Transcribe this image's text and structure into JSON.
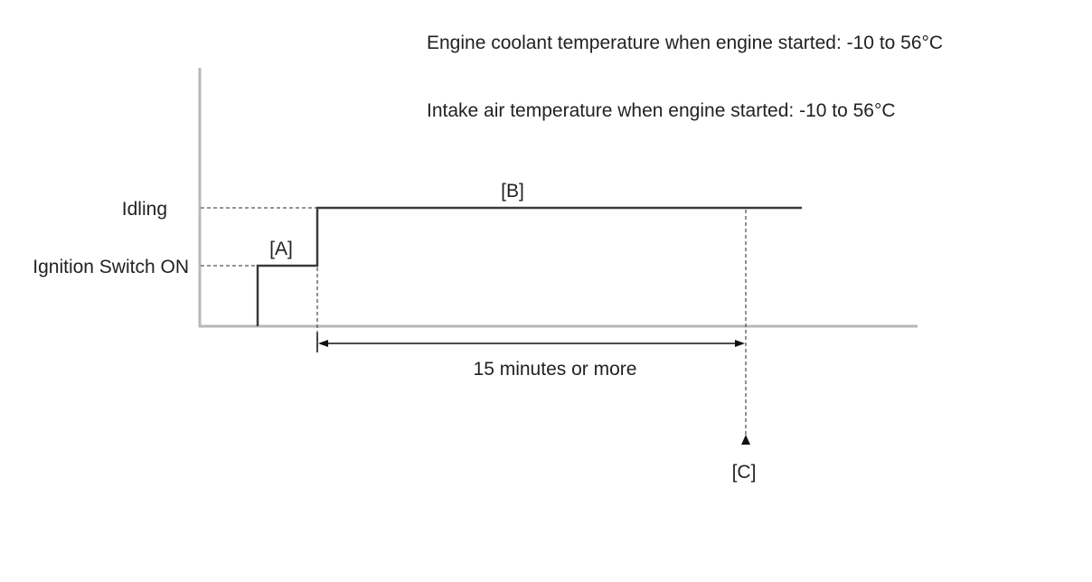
{
  "conditions": {
    "coolant": "Engine coolant temperature when engine started: -10 to 56°C",
    "intake": "Intake air temperature when engine started: -10 to 56°C"
  },
  "levels": {
    "idling": "Idling",
    "ignition_on": "Ignition Switch ON"
  },
  "markers": {
    "a": "[A]",
    "b": "[B]",
    "c": "[C]"
  },
  "duration": "15 minutes or more"
}
